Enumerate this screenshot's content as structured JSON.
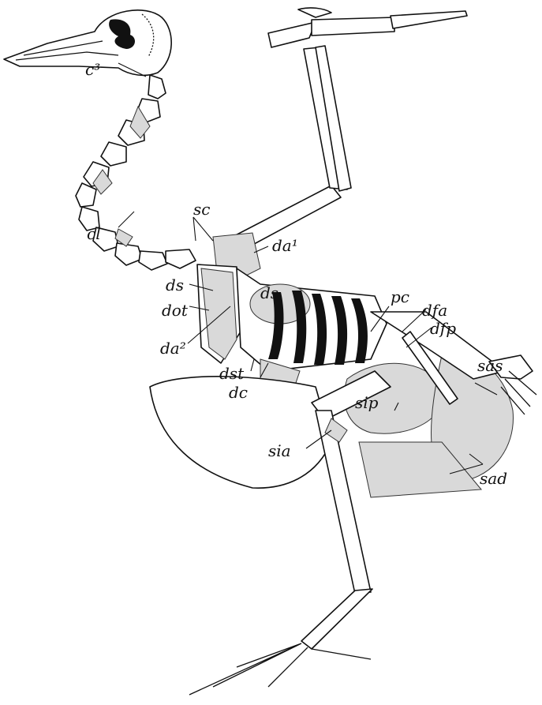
{
  "labels": {
    "c3": "c³",
    "sc": "sc",
    "cl": "cl",
    "da1": "da¹",
    "ds_left": "ds",
    "ds_center": "ds",
    "dot": "dot",
    "da2": "da²",
    "dst": "dst",
    "dc": "dc",
    "pc": "pc",
    "dfa": "dfa",
    "dfp": "dfp",
    "sas": "sas",
    "sip": "sip",
    "sia": "sia",
    "sad": "sad"
  },
  "colors": {
    "ink": "#111111",
    "air_sac_shade": "#d9d9d9",
    "background": "#ffffff"
  }
}
